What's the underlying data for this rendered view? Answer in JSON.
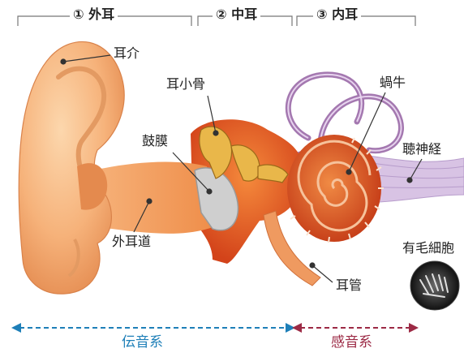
{
  "sections": {
    "outer_ear": "① 外耳",
    "middle_ear": "② 中耳",
    "inner_ear": "③ 内耳"
  },
  "labels": {
    "auricle": "耳介",
    "ossicles": "耳小骨",
    "eardrum": "鼓膜",
    "cochlea": "蝸牛",
    "auditory_nerve": "聴神経",
    "ear_canal": "外耳道",
    "hair_cells": "有毛細胞",
    "eustachian_tube": "耳管"
  },
  "systems": {
    "conduction": "伝音系",
    "sensorineural": "感音系"
  },
  "colors": {
    "conduction": "#1e7fb8",
    "sensorineural": "#9c2a45",
    "skin": "#f6b27a",
    "middle_ear_tissue": "#e8581e",
    "cochlea": "#d9451a",
    "canals": "#a478b0",
    "nerve": "#cdb4dc"
  }
}
